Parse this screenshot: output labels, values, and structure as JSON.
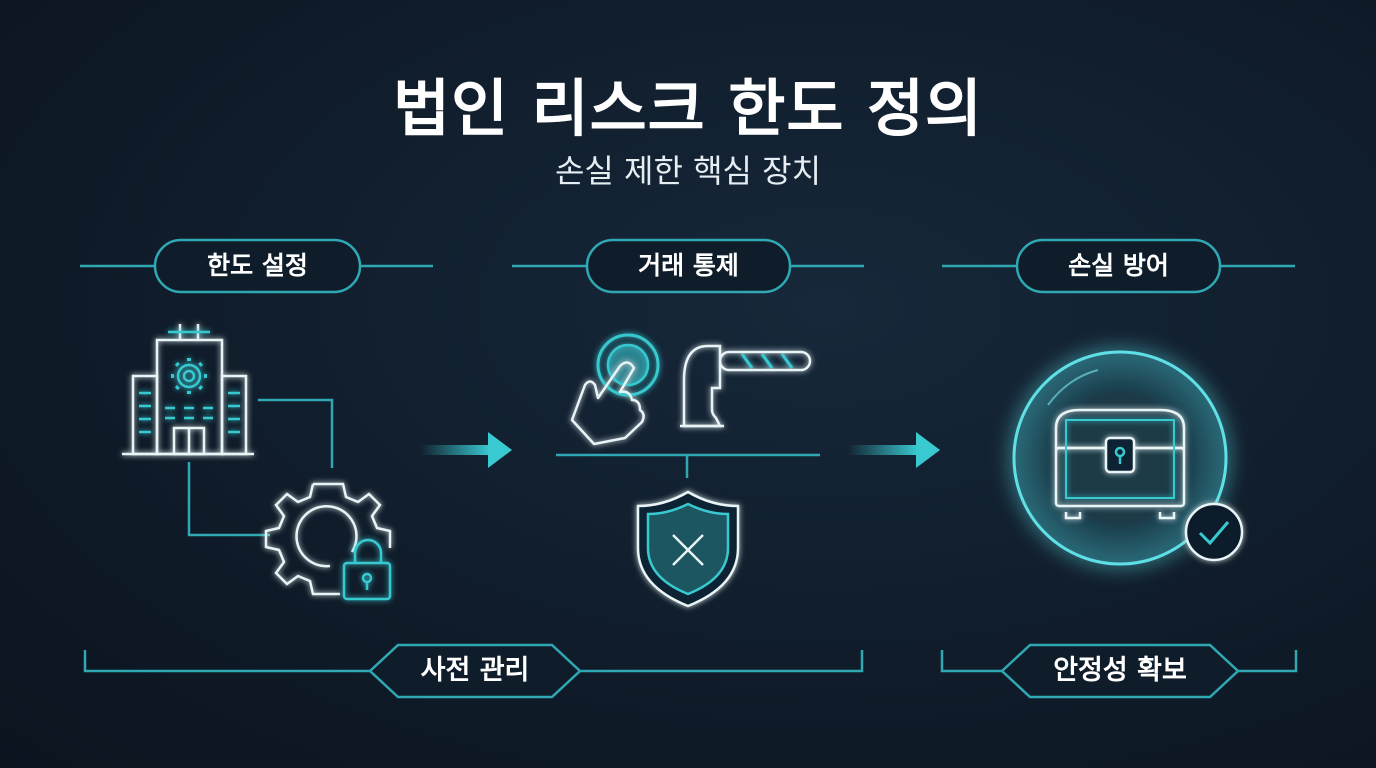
{
  "header": {
    "title": "법인 리스크 한도 정의",
    "subtitle": "손실 제한 핵심 장치"
  },
  "steps": [
    {
      "label": "한도 설정"
    },
    {
      "label": "거래 통제"
    },
    {
      "label": "손실 방어"
    }
  ],
  "phases": [
    {
      "label": "사전 관리"
    },
    {
      "label": "안정성 확보"
    }
  ],
  "icons": {
    "step1": [
      "office-building-icon",
      "settings-gear-icon",
      "padlock-icon"
    ],
    "step2": [
      "finger-tap-icon",
      "barrier-gate-icon",
      "shield-block-icon"
    ],
    "step3": [
      "treasure-chest-icon",
      "check-badge-icon"
    ]
  },
  "colors": {
    "background": "#101c2a",
    "accent": "#39c9d0",
    "text": "#ffffff"
  }
}
